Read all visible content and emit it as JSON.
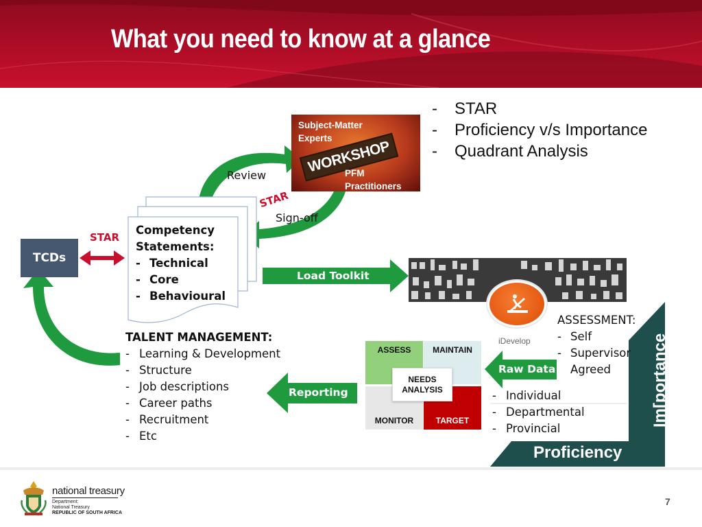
{
  "slide_title": "What you need to know at a glance",
  "top_list": [
    "STAR",
    "Proficiency v/s Importance",
    "Quadrant Analysis"
  ],
  "tcds_label": "TCDs",
  "star_label": "STAR",
  "workshop": {
    "top_label": "Subject-Matter Experts",
    "sign_text": "WORKSHOP",
    "bottom_label": "PFM Practitioners"
  },
  "review_label": "Review",
  "signoff_label": "Sign-off",
  "competency": {
    "heading": "Competency Statements:",
    "items": [
      "Technical",
      "Core",
      "Behavioural"
    ]
  },
  "load_toolkit_label": "Load Toolkit",
  "talent": {
    "heading": "TALENT MANAGEMENT:",
    "items": [
      "Learning & Development",
      "Structure",
      "Job descriptions",
      "Career paths",
      "Recruitment",
      "Etc"
    ]
  },
  "reporting_label": "Reporting",
  "quadrant": {
    "assess": "ASSESS",
    "maintain": "MAINTAIN",
    "monitor": "MONITOR",
    "target": "TARGET",
    "center": "NEEDS ANALYSIS"
  },
  "raw_data_label": "Raw Data",
  "idevelop_label": "iDevelop",
  "assessment": {
    "heading": "ASSESSMENT:",
    "items": [
      "Self",
      "Supervisor Agreed"
    ]
  },
  "levels": [
    "Individual",
    "Departmental",
    "Provincial"
  ],
  "importance_label": "Im[portance",
  "proficiency_label": "Proficiency",
  "footer": {
    "brand": "national treasury",
    "line1": "Department:",
    "line2": "National Treasury",
    "line3": "REPUBLIC OF SOUTH AFRICA",
    "page_number": "7"
  },
  "colors": {
    "banner_red": "#c8102e",
    "arrow_green": "#1f9a3f",
    "dark_teal": "#1f4f4d",
    "tcds_slate": "#45586f",
    "assess_green": "#93d07c",
    "maintain_blue": "#dcecef",
    "monitor_grey": "#e7e7e7",
    "target_red": "#c00000"
  }
}
